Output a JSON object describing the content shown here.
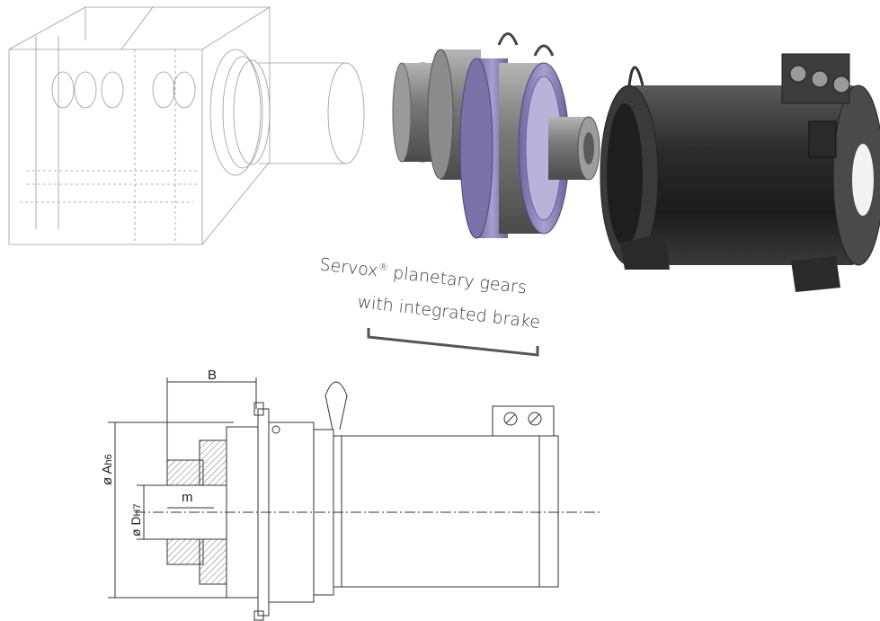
{
  "caption": {
    "line1_text": "Servox",
    "line1_reg": "®",
    "line1_rest": " planetary gears",
    "line2": "with integrated brake"
  },
  "dimensions": {
    "B": "B",
    "m": "m",
    "A_main": "ø A",
    "A_sub": "h6",
    "D_main": "ø D",
    "D_sub": "H7"
  },
  "colors": {
    "line": "#8a8a8a",
    "dark_motor": "#2b2b2b",
    "gear_gray": "#7d7d7d",
    "flange_violet": "#8a80b5",
    "bracket": "#555555"
  }
}
